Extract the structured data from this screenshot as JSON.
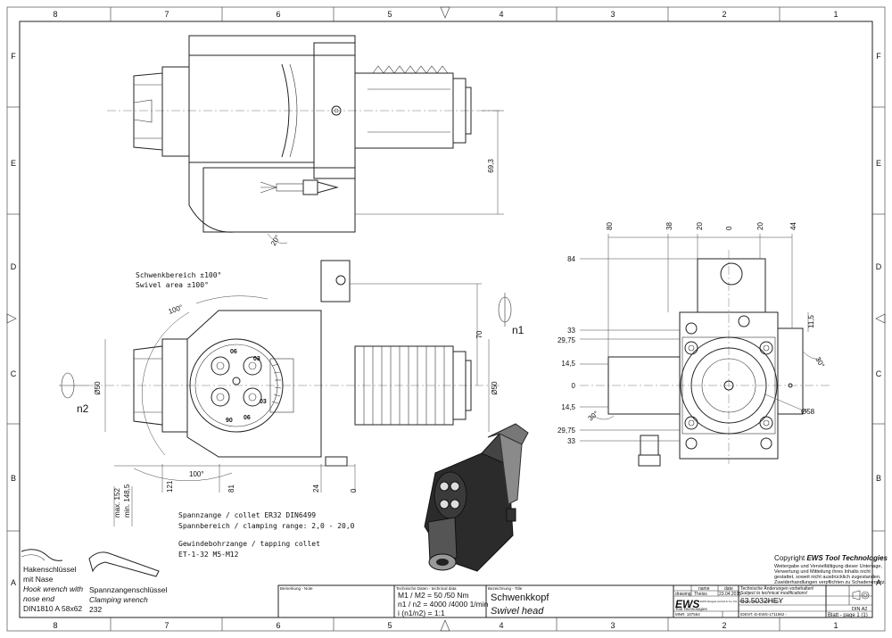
{
  "frame": {
    "columns": [
      "8",
      "7",
      "6",
      "5",
      "4",
      "3",
      "2",
      "1"
    ],
    "rows": [
      "F",
      "E",
      "D",
      "C",
      "B",
      "A"
    ]
  },
  "dimensions": {
    "d69_3": "69,3",
    "a20": "20°",
    "a100_top": "100°",
    "a100_bot": "100°",
    "d70": "70",
    "d50_left": "Ø50",
    "d50_right": "Ø50",
    "max152": "max. 152",
    "min148": "min. 148,5",
    "b121": "121",
    "b81": "81",
    "b24": "24",
    "b0": "0",
    "top80": "80",
    "top38": "38",
    "top20a": "20",
    "top0": "0",
    "top20b": "20",
    "top44": "44",
    "l84": "84",
    "l33a": "33",
    "l29a": "29,75",
    "l14a": "14,5",
    "l0": "0",
    "l14b": "14,5",
    "l29b": "29,75",
    "l33b": "33",
    "r11": "11,5",
    "r30": "30°",
    "r30b": "30°",
    "rd58": "Ø58",
    "n1": "n1",
    "n2": "n2",
    "dial": [
      "06",
      "03",
      "03",
      "06",
      "90"
    ]
  },
  "notes": {
    "swivel_de": "Schwenkbereich ±100°",
    "swivel_en": "Swivel area ±100°",
    "collet_line1": "Spannzange / collet  ER32   DIN6499",
    "collet_line2": "Spannbereich / clamping range: 2,0 - 20,0",
    "tap_line1": "Gewindebohrzange / tapping collet",
    "tap_line2": "ET-1-32  M5-M12"
  },
  "tools": {
    "hook_de1": "Hakenschlüssel",
    "hook_de2": "mit Nase",
    "hook_en1": "Hook wrench with",
    "hook_en2": "nose end",
    "hook_std": "DIN1810  A  58x62",
    "clamp_de": "Spannzangenschlüssel",
    "clamp_en": "Clamping wrench",
    "clamp_no": "232"
  },
  "copyright": {
    "title_prefix": "Copyright ",
    "title_brand": "EWS Tool Technologies",
    "lines": [
      "Weitergabe und Vervielfältigung dieser Unterlage,",
      "Verwertung und Mitteilung ihres Inhalts nicht",
      "gestattet, soweit nicht ausdrücklich zugestanden.",
      "Zuwiderhandlungen verpflichten zu Schadenersatz."
    ]
  },
  "title_block": {
    "bemerkung": "Bemerkung - Note",
    "tech_label": "Technische Daten - technical data",
    "torque": "M1 / M2 = 50  /50  Nm",
    "speed": "n1 / n2 = 4000 /4000  1/min",
    "ratio": "i  (n1/n2) = 1:1",
    "titel_label": "Bezeichnung - Title",
    "title_de": "Schwenkkopf",
    "title_en": "Swivel head",
    "col_name": "name",
    "col_date": "date",
    "row_drawing": "drawing",
    "drawn_name": "Theiss",
    "drawn_date": "23.04.2015",
    "change_de": "Technische Änderungen vorbehalten!",
    "change_en": "Subject to technical modifications!",
    "logo": "EWS",
    "logo_sub": "Tool Technologies",
    "address": "EWS Weigele GmbH & Co. KG · Maybachstraße 1 · 73066 Uhingen",
    "part_no": "63.5032HEY",
    "format": "DIN A2",
    "mnr": "MNR: 187564",
    "ident": "IDENT.-D-EWS-1711962 -",
    "sheet": "Blatt - page  1 (1)"
  }
}
